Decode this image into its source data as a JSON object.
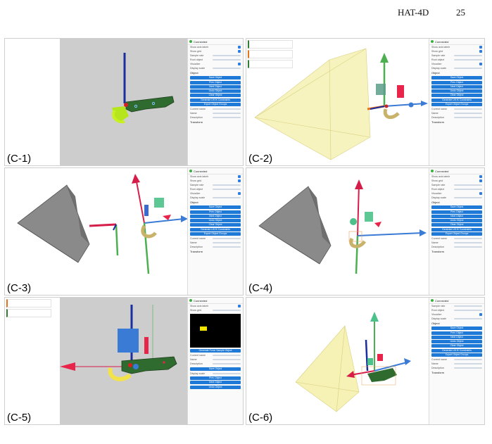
{
  "header": {
    "running_title": "HAT-4D",
    "page_number": "25"
  },
  "panels": [
    {
      "id": "C1",
      "label": "(C-1)"
    },
    {
      "id": "C2",
      "label": "(C-2)"
    },
    {
      "id": "C3",
      "label": "(C-3)"
    },
    {
      "id": "C4",
      "label": "(C-4)"
    },
    {
      "id": "C5",
      "label": "(C-5)"
    },
    {
      "id": "C6",
      "label": "(C-6)"
    }
  ],
  "sidepanel": {
    "status": "Connected",
    "section_object": "Object",
    "transform": "Transform",
    "buttons": [
      "Save Object",
      "Prev Object",
      "Next Object",
      "Undo Object",
      "Clear Object",
      "Generate Lift IK Constraints",
      "Export Object Groups"
    ],
    "thumbnail_button": "Generate Force Sample Object",
    "row_labels": [
      "Show axis labels",
      "Show grid",
      "Sample rate",
      "Root object",
      "Visualize",
      "Display scale"
    ],
    "field_labels": [
      "Current name",
      "Name",
      "Description"
    ]
  },
  "colors": {
    "x_axis": "#3a7bd5",
    "y_axis": "#d61d4a",
    "z_axis": "#1a2e9e",
    "green_axis": "#4caf50",
    "frustum_grey": "#8a8a8a",
    "frustum_yellow": "#f4efa8",
    "button_blue": "#1e7ad6",
    "object_green": "#2f6b2f"
  }
}
